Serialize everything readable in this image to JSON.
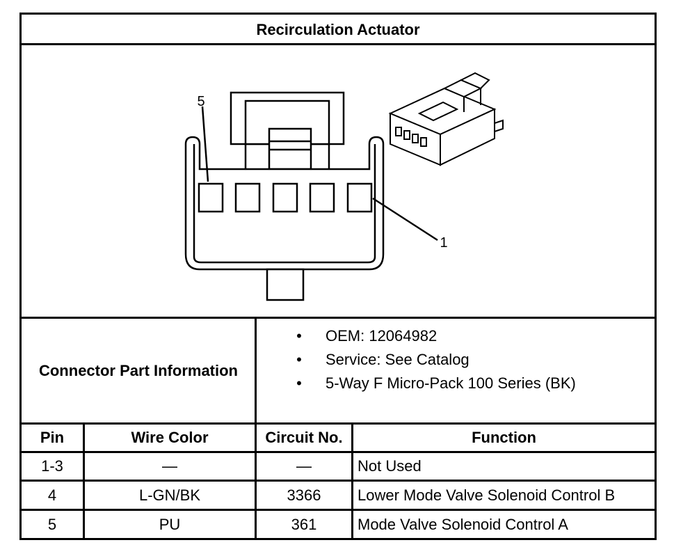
{
  "title": "Recirculation Actuator",
  "diagram": {
    "pin_callout_left": "5",
    "pin_callout_right": "1"
  },
  "connector_info": {
    "label": "Connector Part Information",
    "items": [
      "OEM: 12064982",
      "Service: See Catalog",
      "5-Way F Micro-Pack 100 Series (BK)"
    ]
  },
  "pin_table": {
    "headers": [
      "Pin",
      "Wire Color",
      "Circuit No.",
      "Function"
    ],
    "rows": [
      [
        "1-3",
        "—",
        "—",
        "Not Used"
      ],
      [
        "4",
        "L-GN/BK",
        "3366",
        "Lower Mode Valve Solenoid Control B"
      ],
      [
        "5",
        "PU",
        "361",
        "Mode Valve Solenoid Control A"
      ]
    ]
  }
}
